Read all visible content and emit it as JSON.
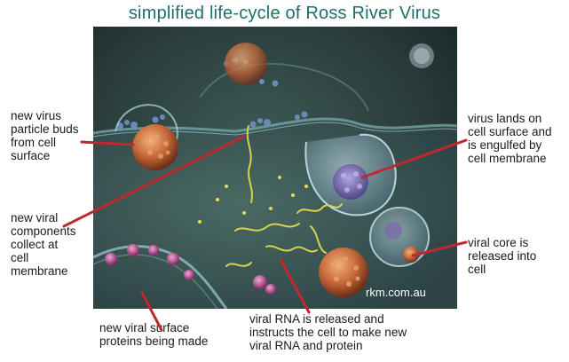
{
  "diagram": {
    "title": "simplified life-cycle of Ross River Virus",
    "watermark": "rkm.com.au",
    "labels": {
      "bud": "new virus\nparticle buds\nfrom cell\nsurface",
      "components": "new viral\ncomponents\ncollect at\ncell\nmembrane",
      "surface_proteins": "new viral surface\nproteins being made",
      "lands": "virus lands on\ncell surface and\nis engulfed by\ncell membrane",
      "core": "viral core is\nreleased into\ncell",
      "rna": "viral RNA is released and\ninstructs the cell to make new\nviral RNA and protein"
    },
    "colors": {
      "title": "#1f6f6a",
      "leader": "#c1272d",
      "background": "#ffffff"
    }
  }
}
